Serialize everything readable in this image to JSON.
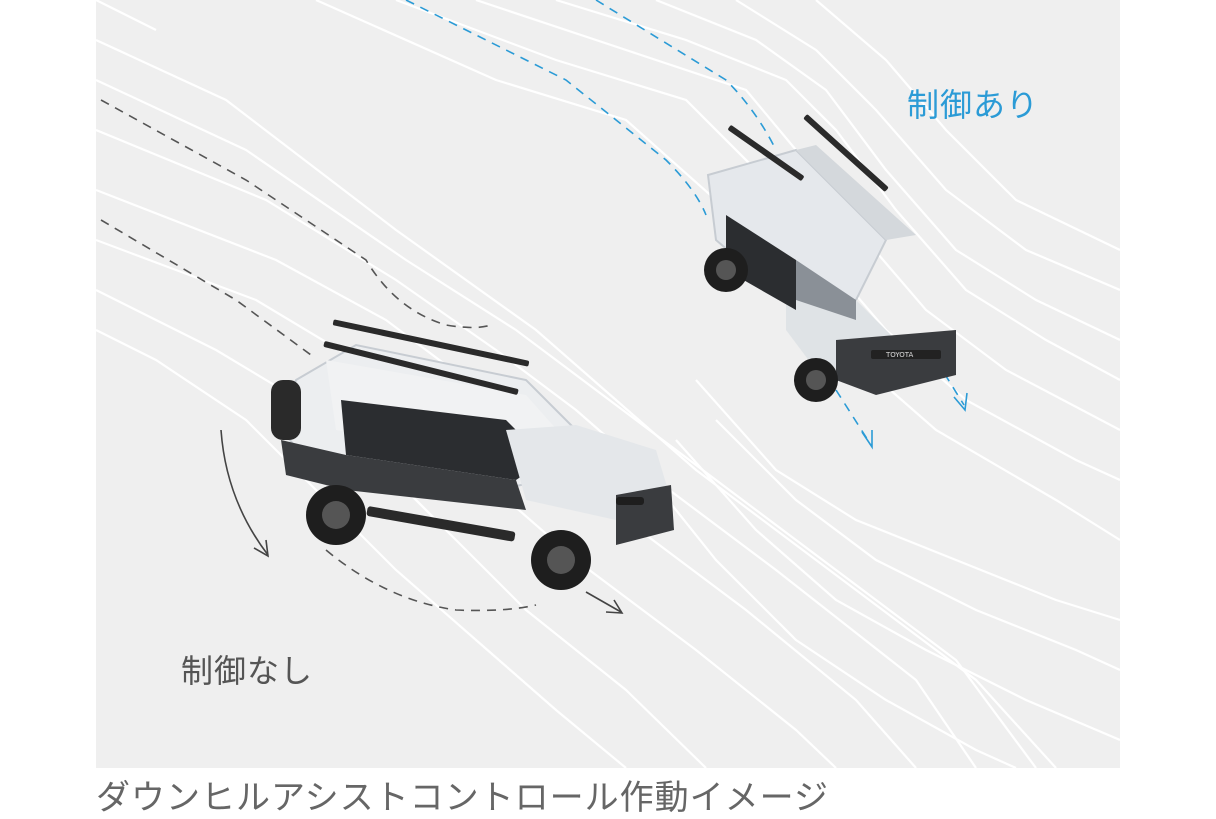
{
  "labels": {
    "with_control": "制御あり",
    "without_control": "制御なし"
  },
  "caption": "ダウンヒルアシストコントロール作動イメージ",
  "vehicle_badge": "TOYOTA",
  "colors": {
    "background": "#efefef",
    "controlled_accent": "#2b9bd6",
    "uncontrolled_text": "#555555",
    "caption_text": "#666666",
    "terrain_lines": "#ffffff",
    "vehicle_body": "#e9ecef"
  }
}
